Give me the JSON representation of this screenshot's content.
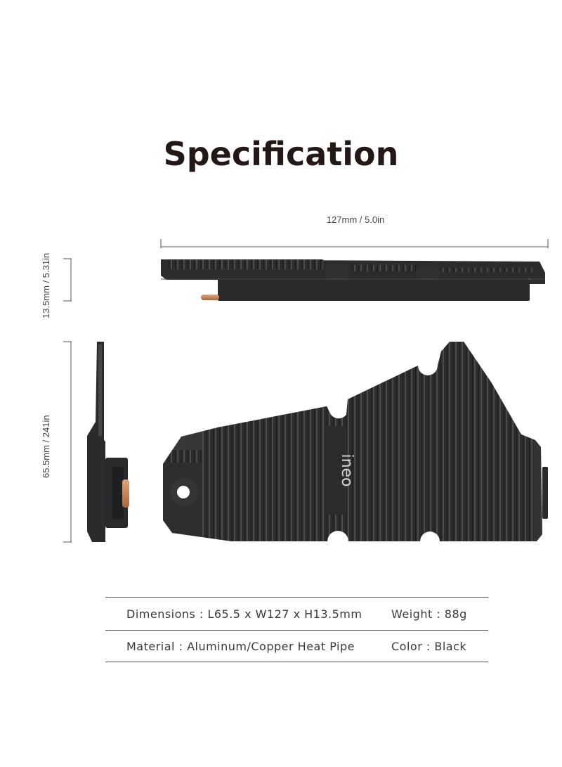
{
  "title": "Specification",
  "dimensions_labels": {
    "length": "127mm / 5.0in",
    "height": "13.5mm / 5.31in",
    "width": "65.5mm / 241in"
  },
  "logo_text": "ineo",
  "specs": {
    "dimensions": "Dimensions : L65.5 x W127 x H13.5mm",
    "weight": "Weight : 88g",
    "material": "Material : Aluminum/Copper Heat Pipe",
    "color": "Color : Black"
  },
  "colors": {
    "heatsink": "#2b2b2d",
    "heatsink_light": "#4a4a4d",
    "copper": "#c98a5c",
    "text": "#231815"
  }
}
